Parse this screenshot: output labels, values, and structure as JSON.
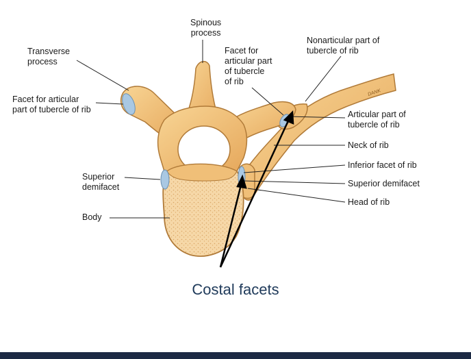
{
  "labels": {
    "spinous_process": [
      "Spinous",
      "process"
    ],
    "transverse_process": [
      "Transverse",
      "process"
    ],
    "facet_tubercle_left": [
      "Facet for articular",
      "part of tubercle of rib"
    ],
    "facet_tubercle_top": [
      "Facet for",
      "articular part",
      "of tubercle",
      "of rib"
    ],
    "nonarticular": [
      "Nonarticular part of",
      "tubercle of rib"
    ],
    "articular_part": [
      "Articular part of",
      "tubercle of rib"
    ],
    "neck": [
      "Neck of rib"
    ],
    "inferior_facet": [
      "Inferior facet of rib"
    ],
    "superior_demifacet_right": [
      "Superior demifacet"
    ],
    "head": [
      "Head of rib"
    ],
    "superior_demifacet_left": [
      "Superior",
      "demifacet"
    ],
    "body": [
      "Body"
    ]
  },
  "signature": "DANK",
  "caption": "Costal facets",
  "colors": {
    "bone": "#f2c27e",
    "bone_dark": "#c98a3c",
    "facet": "#a9c8e3",
    "caption": "#1f3a5a",
    "bar": "#1c2a44"
  }
}
